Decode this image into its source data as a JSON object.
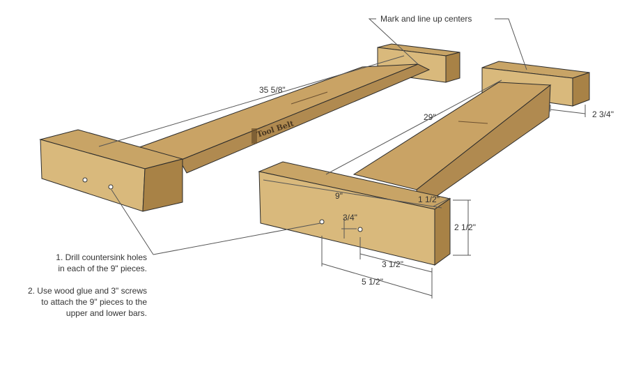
{
  "annotations": {
    "mark_line_up": "Mark and line up centers",
    "length_long": "35 5/8\"",
    "length_short": "29\"",
    "width_block": "9\"",
    "inset": "2 3/4\"",
    "block_thickness": "1 1/2\"",
    "block_height": "2 1/2\"",
    "hole_vertical": "3/4\"",
    "hole_inner": "3 1/2\"",
    "hole_outer": "5 1/2\""
  },
  "instructions": {
    "step1_line1": "1. Drill countersink holes",
    "step1_line2": "in each of the 9\" pieces.",
    "step2_line1": "2. Use wood glue and 3\" screws",
    "step2_line2": "to attach the 9\" pieces to the",
    "step2_line3": "upper and lower bars."
  },
  "watermark": "Tool Belt",
  "colors": {
    "wood_top": "#c9a365",
    "wood_side": "#b08a50",
    "block_face": "#d9b97c",
    "block_top": "#c8a466",
    "block_side": "#a88246",
    "edge": "#2a2a2a",
    "dim_line": "#555555"
  }
}
